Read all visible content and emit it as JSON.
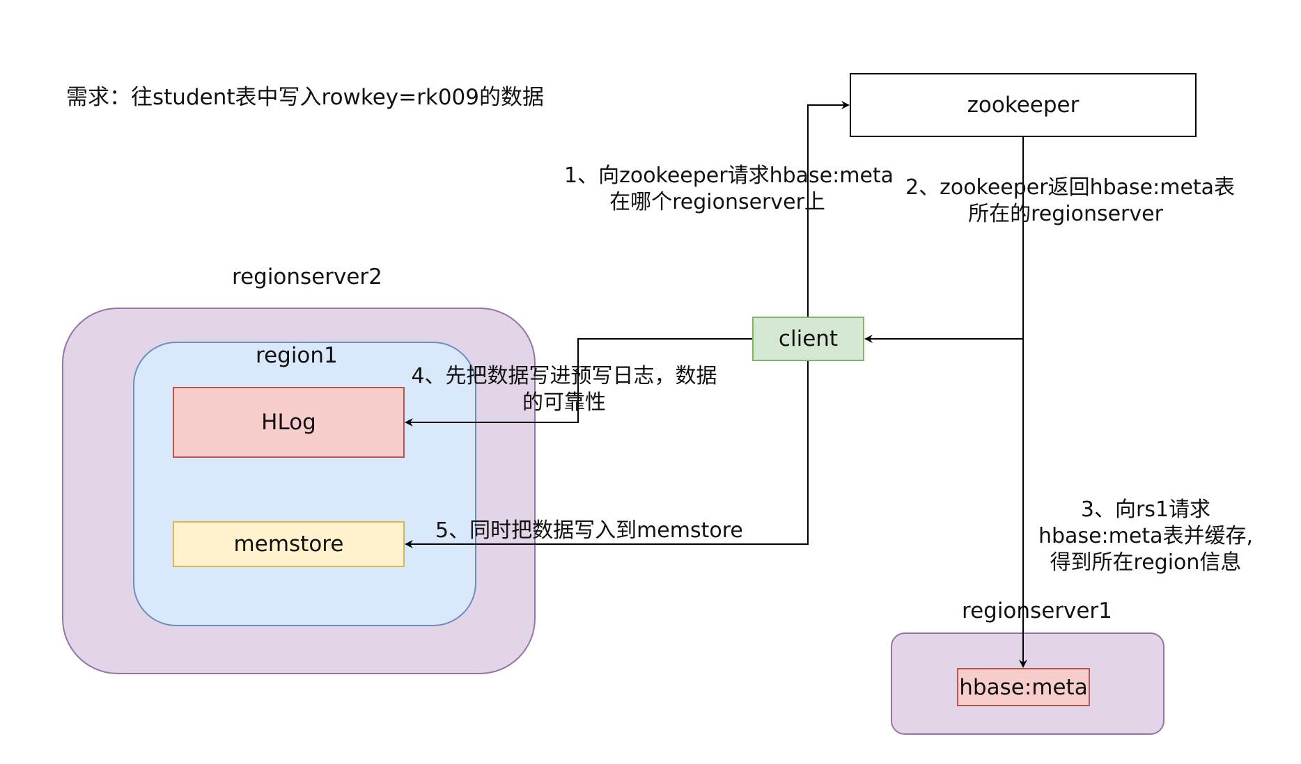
{
  "requirement": "需求：往student表中写入rowkey=rk009的数据",
  "nodes": {
    "zookeeper": "zookeeper",
    "client": "client",
    "regionserver2_label": "regionserver2",
    "region1_label": "region1",
    "hlog": "HLog",
    "memstore": "memstore",
    "regionserver1_label": "regionserver1",
    "hbase_meta": "hbase:meta"
  },
  "steps": {
    "step1": [
      "1、向zookeeper请求hbase:meta",
      "在哪个regionserver上"
    ],
    "step2": [
      "2、zookeeper返回hbase:meta表",
      "所在的regionserver"
    ],
    "step3": [
      "3、向rs1请求",
      "hbase:meta表并缓存,",
      "得到所在region信息"
    ],
    "step4": [
      "4、先把数据写进预写日志，数据",
      "的可靠性"
    ],
    "step5": [
      "5、同时把数据写入到memstore"
    ]
  },
  "colors": {
    "purple_fill": "#e1d5e7",
    "purple_stroke": "#9673a6",
    "blue_fill": "#dae8fc",
    "blue_stroke": "#6c8ebf",
    "red_fill": "#f8cecc",
    "red_stroke": "#b85450",
    "yellow_fill": "#fff2cc",
    "yellow_stroke": "#d6b656",
    "green_fill": "#d5e8d4",
    "green_stroke": "#82b366",
    "edge": "#000000"
  }
}
